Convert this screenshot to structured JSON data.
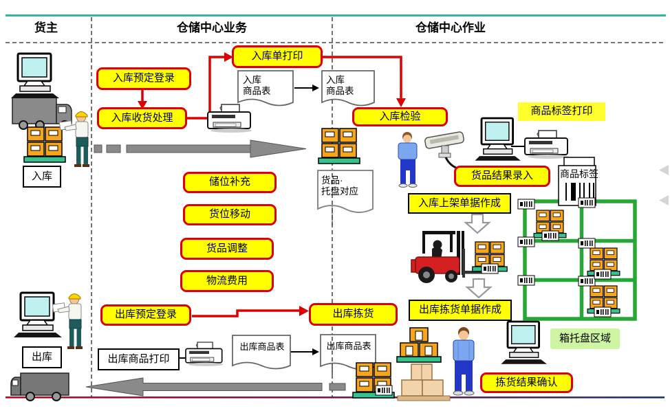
{
  "header": {
    "col_owner": "货主",
    "col_center_business": "仓储中心业务",
    "col_center_operation": "仓储中心作业"
  },
  "process": {
    "inbound_reserve": "入库预定登录",
    "inbound_receive": "入库收货处理",
    "inbound_slip_print": "入库单打印",
    "inbound_inspect": "入库检验",
    "slot_replenish": "储位补充",
    "slot_move": "货位移动",
    "goods_adjust": "货品调整",
    "logistics_fee": "物流费用",
    "outbound_reserve": "出库预定登录",
    "outbound_pick": "出库拣货",
    "goods_result_entry": "货品结果录入",
    "pick_result_confirm": "拣货结果确认",
    "inbound_shelving_slip": "入库上架单据作成",
    "outbound_pick_slip": "出库拣货单据作成",
    "goods_label_print": "商品标签打印",
    "outbound_goods_print": "出库商品打印"
  },
  "zones": {
    "inbound": "入库",
    "outbound": "出库",
    "box_pallet_area": "箱托盘区域"
  },
  "documents": {
    "inbound_goods_list": "入库\n商品表",
    "pallet_mapping": "货品·\n托盘对应",
    "outbound_goods_list": "出库商品表",
    "goods_label": "商品标签"
  },
  "icons": [
    "computer-icon",
    "truck-icon",
    "printer-icon",
    "worker-icon",
    "worker-helmet-icon",
    "forklift-icon",
    "pallet-icon",
    "rack-icon",
    "barcode-label-icon",
    "scanner-icon",
    "carton-boxes-icon",
    "document-icon",
    "flow-arrow-icon",
    "nav-chevron-icon"
  ],
  "colors": {
    "process_box_fill": "#FFFF00",
    "process_box_border": "#DE0000",
    "flow_arrow_red": "#DE0000",
    "bulk_arrow_gray": "#8A8A8A",
    "rack_green": "#27A735",
    "pallet_base_teal": "#35C28F",
    "carton_orange": "#F7A61B",
    "area_label_green": "#CDF5A2",
    "top_rule_teal": "#2FB8A0",
    "bottom_rule_left": "#CC0022",
    "bottom_rule_right": "#223377"
  }
}
